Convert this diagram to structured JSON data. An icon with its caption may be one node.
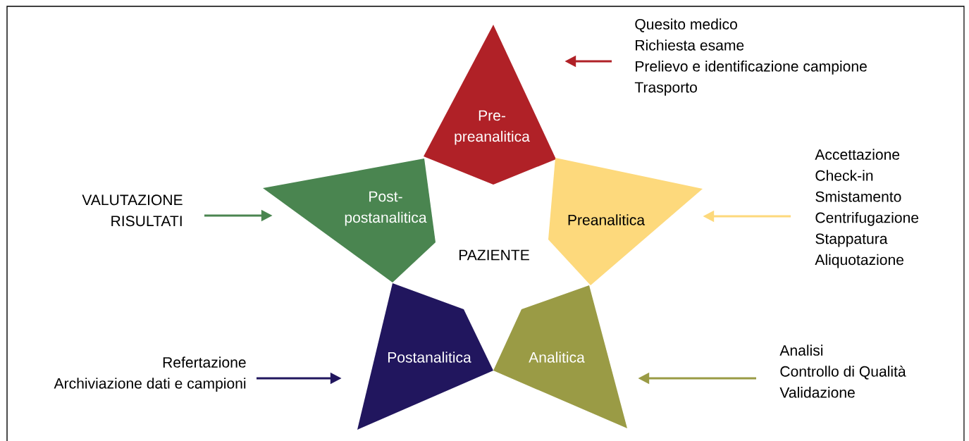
{
  "diagram": {
    "nodes": [
      {
        "text": [
          "Pre-preanalitica"
        ]
      },
      {
        "text": [
          "Preanalitica"
        ]
      },
      {
        "text": [
          "Analitica"
        ]
      },
      {
        "text": [
          "Postanalitica"
        ]
      },
      {
        "text": [
          "Post-postanalitica"
        ]
      },
      {
        "text": [
          "Quesito medico",
          "Richiesta esame",
          "Prelievo e identificazione campione",
          "Trasporto"
        ]
      },
      {
        "text": [
          "Accettazione",
          "Check-in",
          "Smistamento",
          "Centrifugazione",
          "Stappatura",
          "Aliquotazione"
        ]
      },
      {
        "text": [
          "Analisi",
          "Controllo di Qualità",
          "Validazione"
        ]
      },
      {
        "text": [
          "Refertazione",
          "Archiviazione dati e campioni"
        ]
      },
      {
        "text": [
          "VALUTAZIONE",
          "RISULTATI"
        ]
      }
    ],
    "edges": [
      {
        "from": 5,
        "to": 0,
        "arrow": "to",
        "color": "#b02127"
      },
      {
        "from": 6,
        "to": 1,
        "arrow": "to",
        "color": "#fdd97c"
      },
      {
        "from": 7,
        "to": 2,
        "arrow": "to",
        "color": "#9a9b45"
      },
      {
        "from": 8,
        "to": 3,
        "arrow": "to",
        "color": "#21165e"
      },
      {
        "from": 9,
        "to": 4,
        "arrow": "to",
        "color": "#4a8550"
      }
    ],
    "labels": [
      "PAZIENTE"
    ]
  }
}
